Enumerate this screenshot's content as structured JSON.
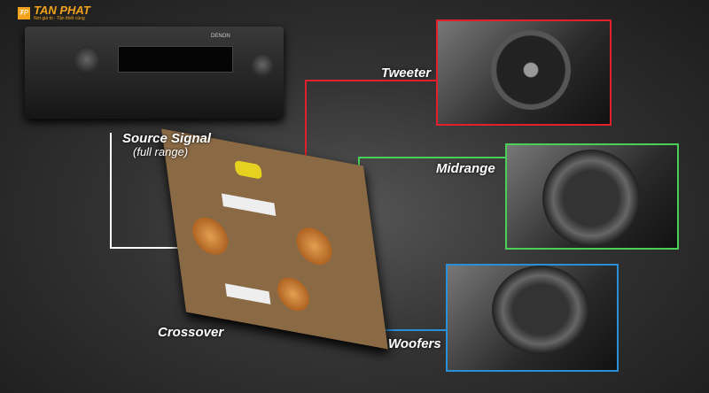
{
  "logo": {
    "brand": "TAN PHAT",
    "tagline": "Nơi giá trị - Tận thiết cùng",
    "mark": "TP"
  },
  "receiver": {
    "brand": "DENON"
  },
  "labels": {
    "source": "Source Signal",
    "source_sub": "(full range)",
    "tweeter": "Tweeter",
    "midrange": "Midrange",
    "woofers": "Woofers",
    "crossover": "Crossover"
  },
  "colors": {
    "tweeter": "#e0202a",
    "midrange": "#4ccf5a",
    "woofers": "#2a8fd8",
    "source": "#ffffff",
    "accent": "#f2a31b"
  }
}
